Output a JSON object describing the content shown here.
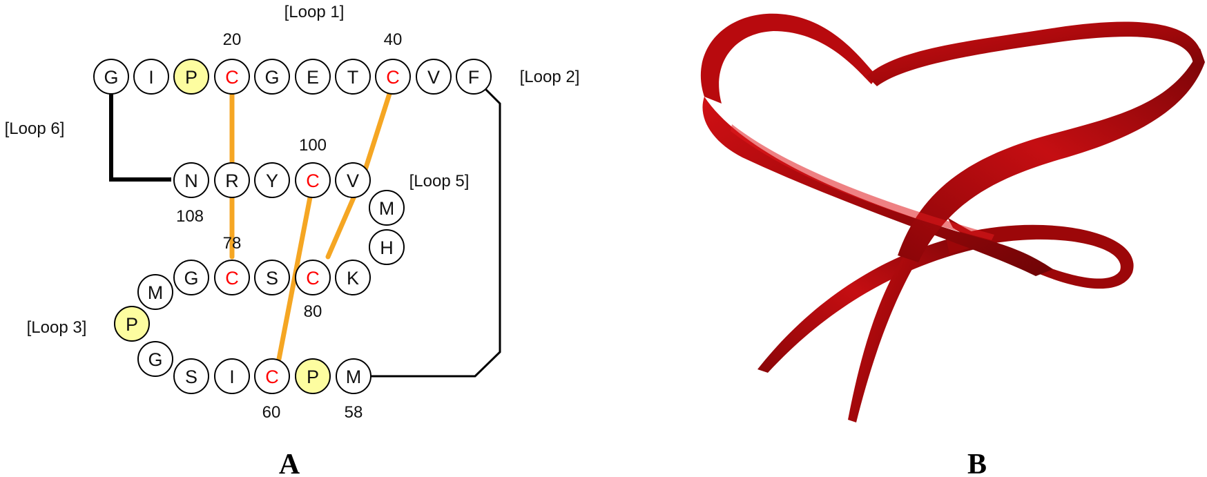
{
  "panel_a": {
    "caption": "A",
    "loop_labels": [
      "[Loop 1]",
      "[Loop 2]",
      "[Loop 3]",
      "[Loop 5]",
      "[Loop 6]"
    ],
    "residue_numbers": [
      "20",
      "40",
      "100",
      "108",
      "78",
      "80",
      "60",
      "58"
    ],
    "residues": {
      "row1": [
        "G",
        "I",
        "P",
        "C",
        "G",
        "E",
        "T",
        "C",
        "V",
        "F"
      ],
      "row2": [
        "N",
        "R",
        "Y",
        "C",
        "V"
      ],
      "loop5_column": [
        "M",
        "H"
      ],
      "row3": [
        "G",
        "C",
        "S",
        "C",
        "K"
      ],
      "loop3_column": [
        "M",
        "P",
        "G"
      ],
      "row4": [
        "S",
        "I",
        "C",
        "P",
        "M"
      ]
    },
    "colors": {
      "cysteine_text": "#ff0000",
      "proline_fill": "#fdfda0",
      "disulfide_bond": "#f5a623",
      "backbone": "#000000"
    }
  },
  "panel_b": {
    "caption": "B",
    "ribbon_color": "#b3080b"
  }
}
